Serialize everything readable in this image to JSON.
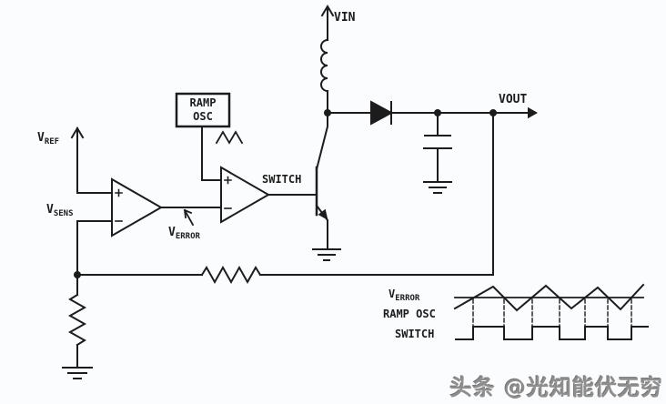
{
  "colors": {
    "background": "#fbfcfe",
    "stroke": "#1c1c1c",
    "watermark": "#8f8f8f"
  },
  "circuit": {
    "vin_label": "VIN",
    "vout_label": "VOUT",
    "vref": {
      "main": "V",
      "sub": "REF"
    },
    "vsens": {
      "main": "V",
      "sub": "SENS"
    },
    "verror": {
      "main": "V",
      "sub": "ERROR"
    },
    "switch_label": "SWITCH",
    "ramp_osc_box": {
      "line1": "RAMP",
      "line2": "OSC"
    }
  },
  "waveform": {
    "verror": {
      "main": "V",
      "sub": "ERROR"
    },
    "ramp_label": "RAMP OSC",
    "switch_label": "SWITCH"
  },
  "watermark": "头条 @光知能伏无穷"
}
